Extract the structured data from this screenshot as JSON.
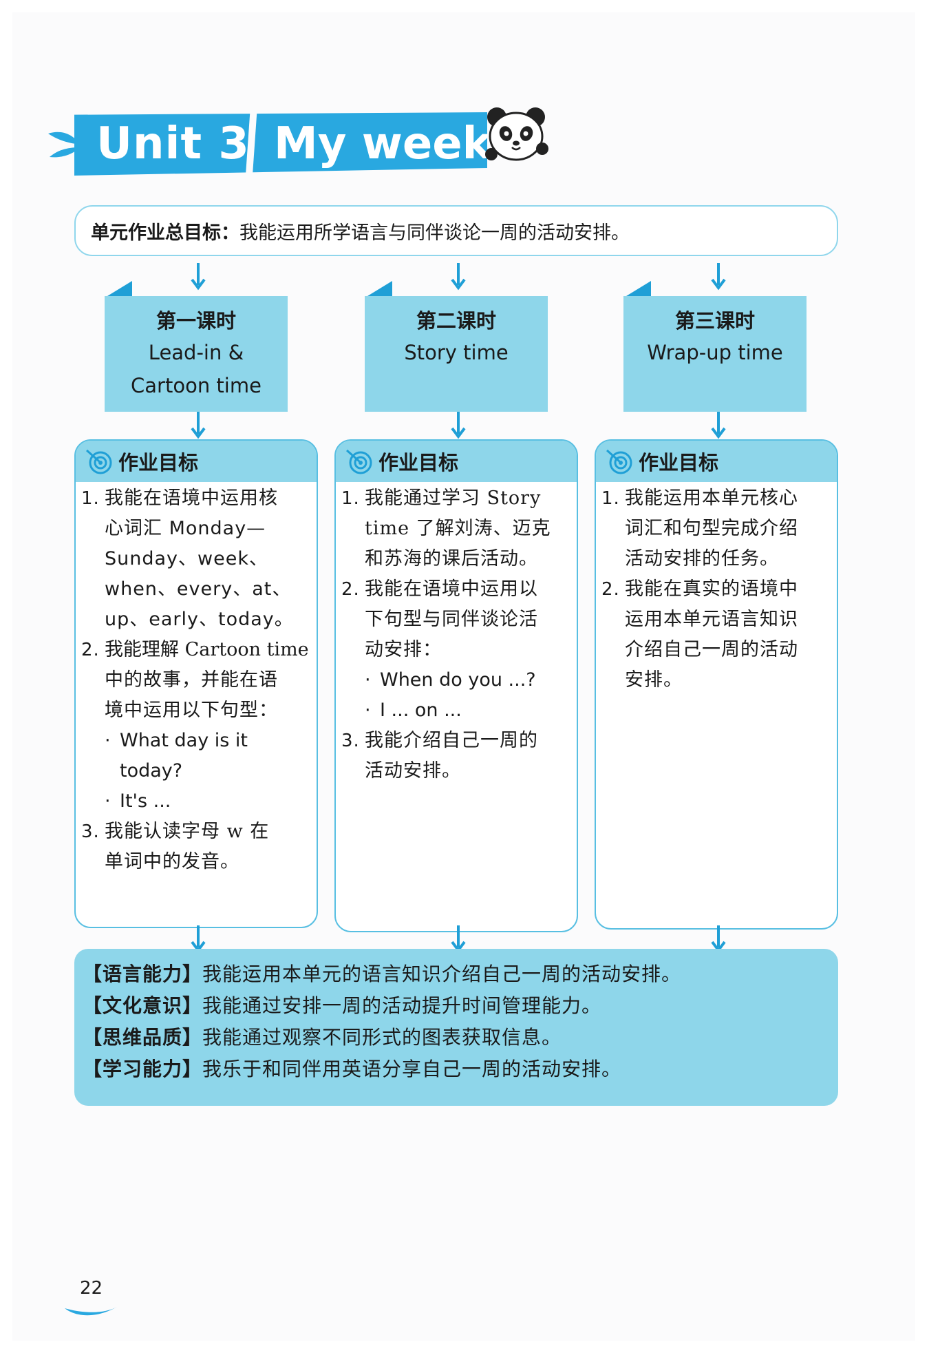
{
  "header": {
    "unit": "Unit 3",
    "title": "My week"
  },
  "goal": {
    "label": "单元作业总目标：",
    "text": "我能运用所学语言与同伴谈论一周的活动安排。"
  },
  "lessons": [
    {
      "number": "第一课时",
      "title_lines": [
        "Lead-in &",
        "Cartoon time"
      ]
    },
    {
      "number": "第二课时",
      "title_lines": [
        "Story time"
      ]
    },
    {
      "number": "第三课时",
      "title_lines": [
        "Wrap-up time"
      ]
    }
  ],
  "cards": [
    {
      "title": "作业目标",
      "items": [
        {
          "num": "1.",
          "lines": [
            "我能在语境中运用核",
            "心词汇 Monday—",
            "Sunday、week、",
            "when、every、at、",
            "up、early、today。"
          ]
        },
        {
          "num": "2.",
          "lines": [
            "我能理解 Cartoon time",
            "中的故事，并能在语",
            "境中运用以下句型："
          ]
        },
        {
          "sub": [
            "What day is it",
            "today?"
          ]
        },
        {
          "sub": [
            "It's ..."
          ]
        },
        {
          "num": "3.",
          "lines": [
            "我能认读字母 w 在",
            "单词中的发音。"
          ]
        }
      ]
    },
    {
      "title": "作业目标",
      "items": [
        {
          "num": "1.",
          "lines": [
            "我能通过学习 Story",
            "time 了解刘涛、迈克",
            "和苏海的课后活动。"
          ]
        },
        {
          "num": "2.",
          "lines": [
            "我能在语境中运用以",
            "下句型与同伴谈论活",
            "动安排："
          ]
        },
        {
          "sub": [
            "When do you ...?"
          ]
        },
        {
          "sub": [
            "I ... on ..."
          ]
        },
        {
          "num": "3.",
          "lines": [
            "我能介绍自己一周的",
            "活动安排。"
          ]
        }
      ]
    },
    {
      "title": "作业目标",
      "items": [
        {
          "num": "1.",
          "lines": [
            "我能运用本单元核心",
            "词汇和句型完成介绍",
            "活动安排的任务。"
          ]
        },
        {
          "num": "2.",
          "lines": [
            "我能在真实的语境中",
            "运用本单元语言知识",
            "介绍自己一周的活动",
            "安排。"
          ]
        }
      ]
    }
  ],
  "literacy": [
    {
      "label": "【语言能力】",
      "text": "我能运用本单元的语言知识介绍自己一周的活动安排。"
    },
    {
      "label": "【文化意识】",
      "text": "我能通过安排一周的活动提升时间管理能力。"
    },
    {
      "label": "【思维品质】",
      "text": "我能通过观察不同形式的图表获取信息。"
    },
    {
      "label": "【学习能力】",
      "text": "我乐于和同伴用英语分享自己一周的活动安排。"
    }
  ],
  "page_number": "22",
  "colors": {
    "banner": "#29a8e0",
    "light_blue": "#8ed6ea",
    "border_blue": "#58bfe2",
    "arrow_blue": "#1f9fd6"
  },
  "icons": [
    "leaf-icon",
    "panda-icon",
    "target-icon",
    "arrow-down-icon"
  ]
}
